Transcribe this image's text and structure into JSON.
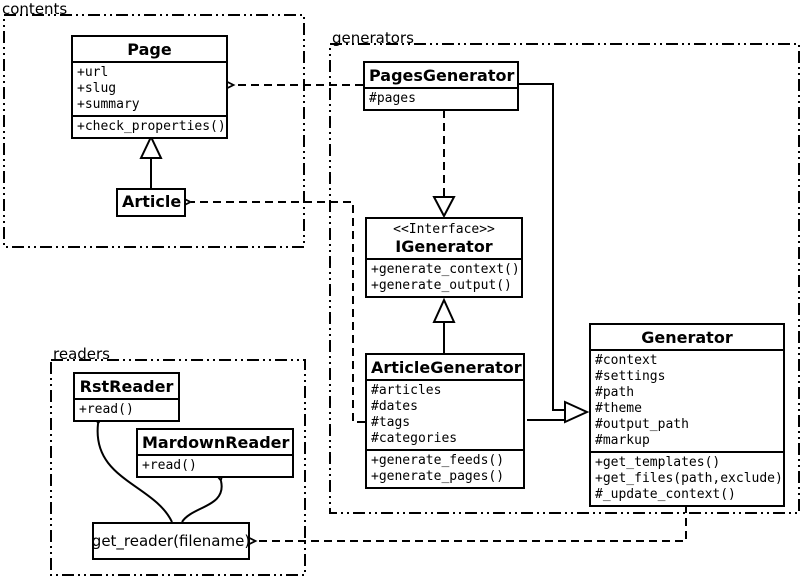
{
  "packages": {
    "contents": {
      "label": "contents"
    },
    "generators": {
      "label": "generators"
    },
    "readers": {
      "label": "readers"
    }
  },
  "classes": {
    "page": {
      "name": "Page",
      "attributes": [
        "+url",
        "+slug",
        "+summary"
      ],
      "methods": [
        "+check_properties()"
      ]
    },
    "article": {
      "name": "Article"
    },
    "pages_generator": {
      "name": "PagesGenerator",
      "attributes": [
        "#pages"
      ]
    },
    "igenerator": {
      "stereotype": "<<Interface>>",
      "name": "IGenerator",
      "methods": [
        "+generate_context()",
        "+generate_output()"
      ]
    },
    "article_generator": {
      "name": "ArticleGenerator",
      "attributes": [
        "#articles",
        "#dates",
        "#tags",
        "#categories"
      ],
      "methods": [
        "+generate_feeds()",
        "+generate_pages()"
      ]
    },
    "generator": {
      "name": "Generator",
      "attributes": [
        "#context",
        "#settings",
        "#path",
        "#theme",
        "#output_path",
        "#markup"
      ],
      "methods": [
        "+get_templates()",
        "+get_files(path,exclude)",
        "#_update_context()"
      ]
    },
    "rst_reader": {
      "name": "RstReader",
      "methods": [
        "+read()"
      ]
    },
    "mardown_reader": {
      "name": "MardownReader",
      "methods": [
        "+read()"
      ]
    },
    "get_reader": {
      "label": "get_reader(filename)"
    }
  },
  "relationships": [
    {
      "from": "Article",
      "to": "Page",
      "type": "inheritance"
    },
    {
      "from": "PagesGenerator",
      "to": "Page",
      "type": "dependency"
    },
    {
      "from": "ArticleGenerator",
      "to": "Article",
      "type": "dependency"
    },
    {
      "from": "PagesGenerator",
      "to": "IGenerator",
      "type": "realization"
    },
    {
      "from": "ArticleGenerator",
      "to": "IGenerator",
      "type": "inheritance"
    },
    {
      "from": "PagesGenerator",
      "to": "Generator",
      "type": "inheritance"
    },
    {
      "from": "ArticleGenerator",
      "to": "Generator",
      "type": "inheritance"
    },
    {
      "from": "Generator",
      "to": "get_reader(filename)",
      "type": "dependency"
    },
    {
      "from": "get_reader(filename)",
      "to": "RstReader",
      "type": "call"
    },
    {
      "from": "get_reader(filename)",
      "to": "MardownReader",
      "type": "call"
    }
  ],
  "colors": {
    "line": "#000000",
    "background": "#ffffff"
  }
}
